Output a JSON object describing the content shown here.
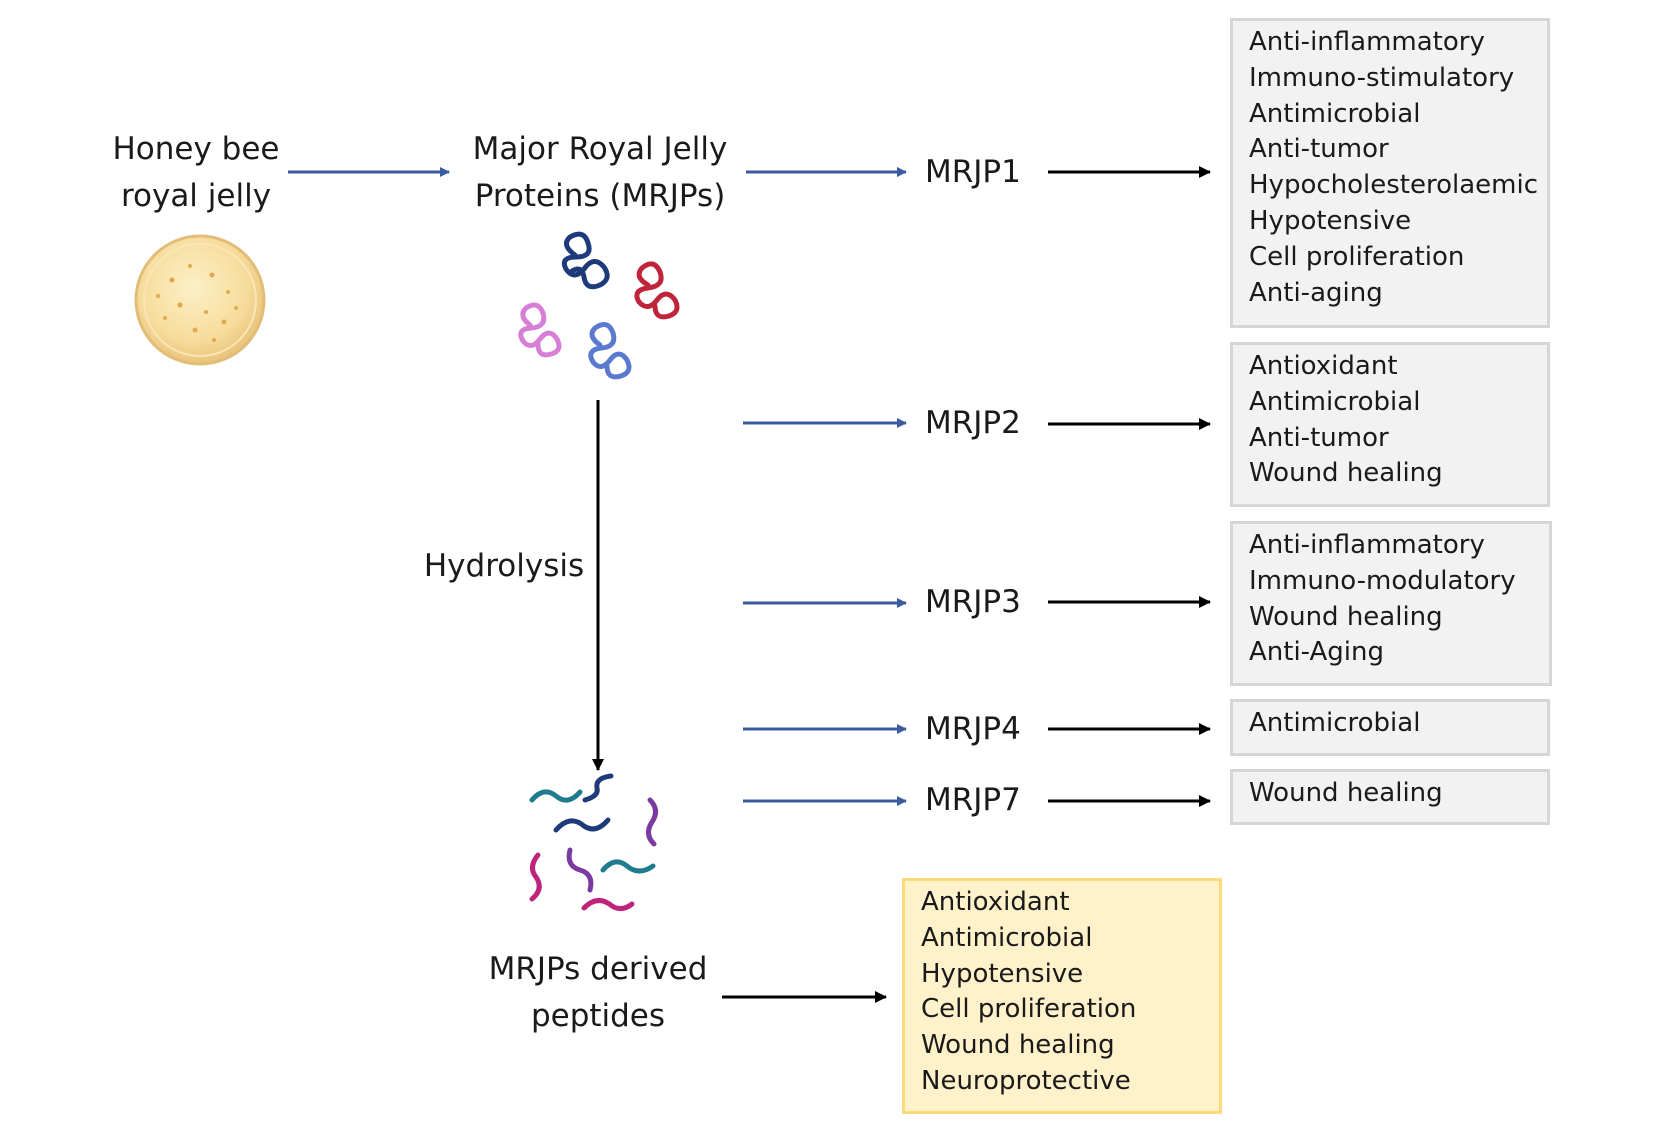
{
  "source": {
    "line1": "Honey bee",
    "line2": "royal jelly"
  },
  "proteins": {
    "line1": "Major Royal Jelly",
    "line2": "Proteins (MRJPs)"
  },
  "process": "Hydrolysis",
  "peptides": {
    "line1": "MRJPs derived",
    "line2": "peptides",
    "activities": [
      "Antioxidant",
      "Antimicrobial",
      "Hypotensive",
      "Cell proliferation",
      "Wound healing",
      "Neuroprotective"
    ]
  },
  "mrjps": [
    {
      "name": "MRJP1",
      "activities": [
        "Anti-inflammatory",
        "Immuno-stimulatory",
        "Antimicrobial",
        "Anti-tumor",
        "Hypocholesterolaemic",
        "Hypotensive",
        "Cell proliferation",
        "Anti-aging"
      ]
    },
    {
      "name": "MRJP2",
      "activities": [
        "Antioxidant",
        "Antimicrobial",
        "Anti-tumor",
        "Wound healing"
      ]
    },
    {
      "name": "MRJP3",
      "activities": [
        "Anti-inflammatory",
        "Immuno-modulatory",
        "Wound healing",
        "Anti-Aging"
      ]
    },
    {
      "name": "MRJP4",
      "activities": [
        "Antimicrobial"
      ]
    },
    {
      "name": "MRJP7",
      "activities": [
        "Wound healing"
      ]
    }
  ],
  "colors": {
    "blue_arrow": "#3a5ba0",
    "black_arrow": "#000000",
    "gray_box_fill": "#f2f2f2",
    "gray_box_border": "#d6d6d6",
    "yellow_box_fill": "#fff1c9",
    "yellow_box_border": "#ffd97a"
  }
}
